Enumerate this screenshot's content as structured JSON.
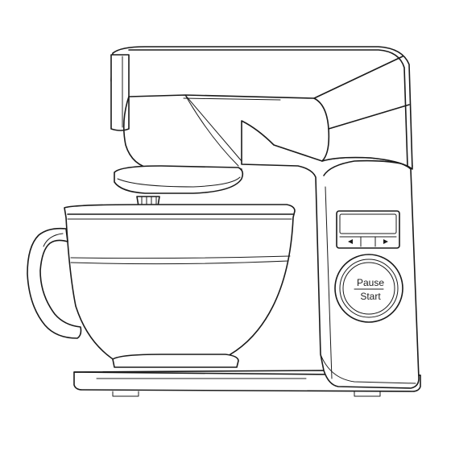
{
  "control_button": {
    "pause_label": "Pause",
    "start_label": "Start"
  },
  "display_panel": {
    "left_arrow_icon": "triangle-left",
    "right_arrow_icon": "triangle-right"
  }
}
